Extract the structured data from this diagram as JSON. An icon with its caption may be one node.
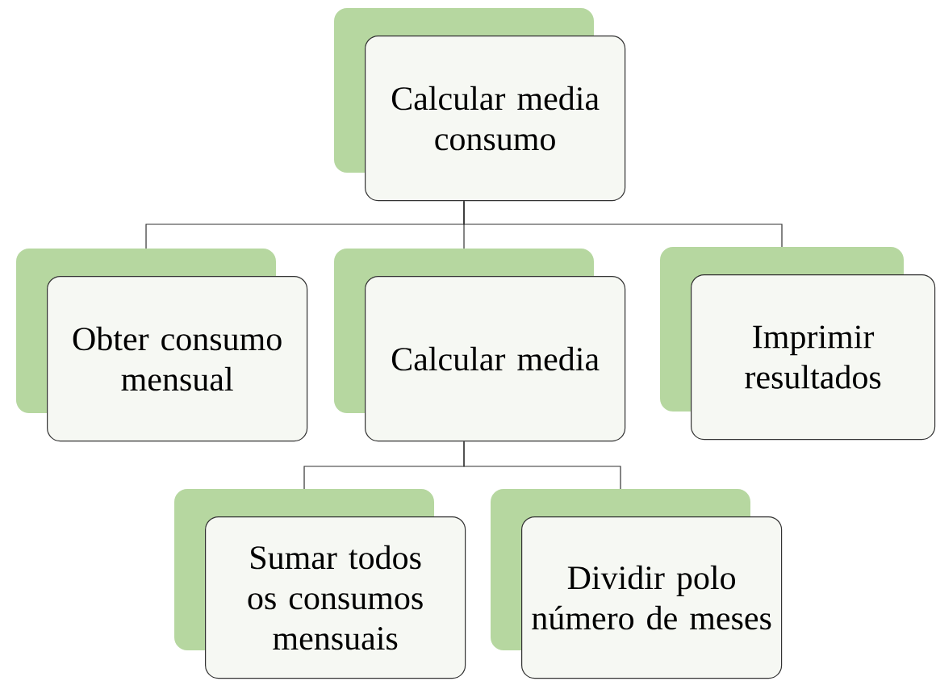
{
  "diagram": {
    "nodes": [
      {
        "text": [
          "Calcular media consumo"
        ]
      },
      {
        "text": [
          "Obter consumo mensual"
        ]
      },
      {
        "text": [
          "Calcular media"
        ]
      },
      {
        "text": [
          "Imprimir resultados"
        ]
      },
      {
        "text": [
          "Sumar todos os consumos mensuais"
        ]
      },
      {
        "text": [
          "Dividir polo número de meses"
        ]
      }
    ],
    "edges": [
      {
        "from": 0,
        "to": 1,
        "arrow": "none"
      },
      {
        "from": 0,
        "to": 2,
        "arrow": "none"
      },
      {
        "from": 0,
        "to": 3,
        "arrow": "none"
      },
      {
        "from": 2,
        "to": 4,
        "arrow": "none"
      },
      {
        "from": 2,
        "to": 5,
        "arrow": "none"
      }
    ]
  }
}
